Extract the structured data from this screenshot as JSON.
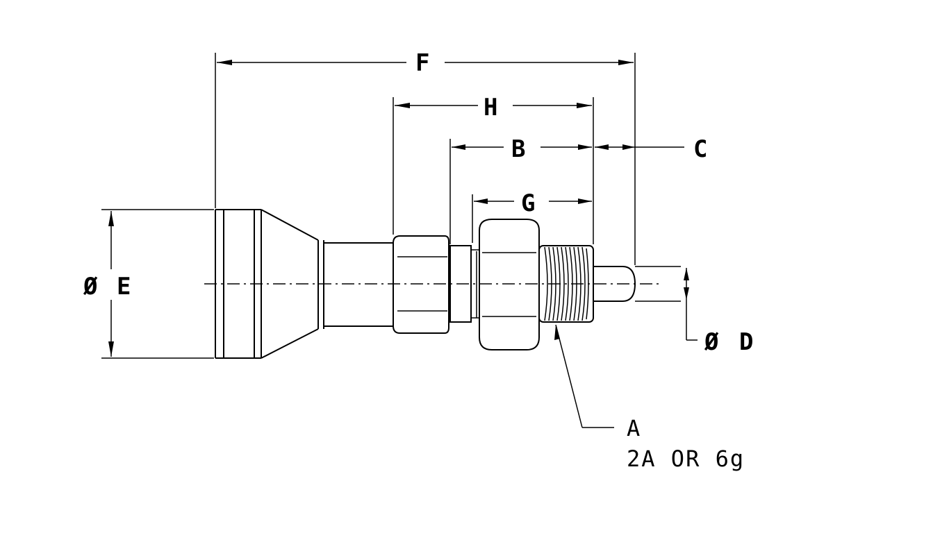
{
  "dimensions": {
    "overall_length": "F",
    "length_h": "H",
    "length_b": "B",
    "length_c": "C",
    "length_g": "G",
    "diameter_e": "E",
    "diameter_d": "D",
    "diameter_symbol": "Ø"
  },
  "thread_callout": {
    "label": "A",
    "class": "2A OR 6g"
  }
}
